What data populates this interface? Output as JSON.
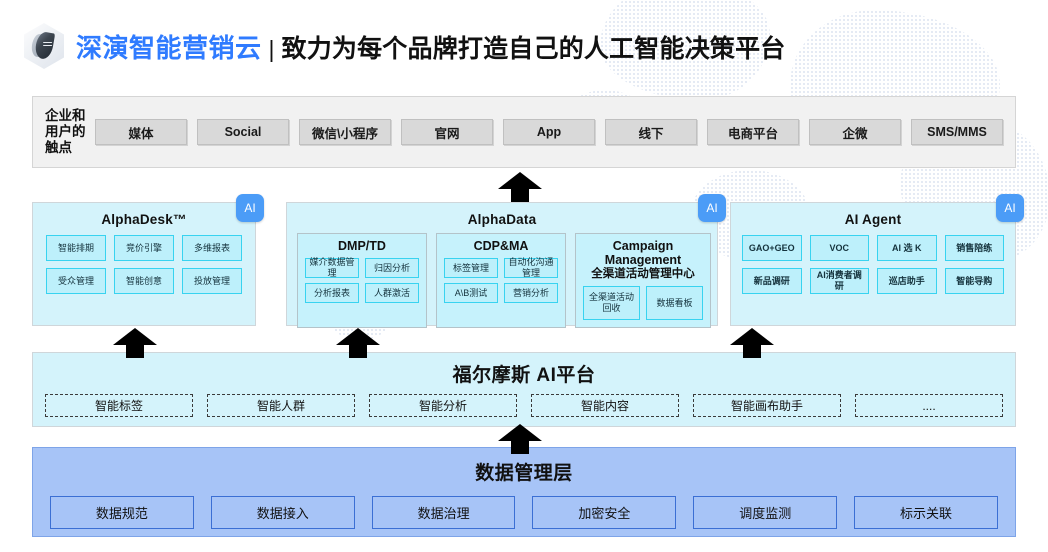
{
  "header": {
    "logo_icon": "hexagon-leaf-logo-icon",
    "brand": "深演智能营销云",
    "separator": "|",
    "tagline": "致力为每个品牌打造自己的人工智能决策平台",
    "brand_color": "#2f7bff"
  },
  "touchpoints": {
    "label": "企业和用户的触点",
    "items": [
      "媒体",
      "Social",
      "微信\\小程序",
      "官网",
      "App",
      "线下",
      "电商平台",
      "企微",
      "SMS/MMS"
    ]
  },
  "products": {
    "ai_badge": "AI",
    "alphadesk": {
      "title": "AlphaDesk™",
      "items": [
        "智能排期",
        "竞价引擎",
        "多维报表",
        "受众管理",
        "智能创意",
        "投放管理"
      ]
    },
    "alphadata": {
      "title": "AlphaData",
      "groups": [
        {
          "title_en": "DMP/TD",
          "title_zh": "",
          "items": [
            "媒介数据管理",
            "归因分析",
            "分析报表",
            "人群激活"
          ]
        },
        {
          "title_en": "CDP&MA",
          "title_zh": "",
          "items": [
            "标签管理",
            "自动化沟通管理",
            "A\\B测试",
            "营销分析"
          ]
        },
        {
          "title_en": "Campaign Management",
          "title_zh": "全渠道活动管理中心",
          "items": [
            "全渠道活动回收",
            "数据看板"
          ]
        }
      ]
    },
    "aiagent": {
      "title": "AI Agent",
      "items": [
        "GAO+GEO",
        "VOC",
        "AI 选 K",
        "销售陪练",
        "新品调研",
        "AI消费者调研",
        "巡店助手",
        "智能导购"
      ]
    }
  },
  "platform": {
    "title": "福尔摩斯 AI平台",
    "items": [
      "智能标签",
      "智能人群",
      "智能分析",
      "智能内容",
      "智能画布助手",
      "...."
    ]
  },
  "data_layer": {
    "title": "数据管理层",
    "items": [
      "数据规范",
      "数据接入",
      "数据治理",
      "加密安全",
      "调度监测",
      "标示关联"
    ]
  },
  "colors": {
    "brand_blue": "#2f7bff",
    "panel_cyan": "#d4f3fb",
    "cell_cyan": "#bdf0fb",
    "cell_border": "#38d3f0",
    "data_blue": "#a7c4f7",
    "data_border": "#3b6fd4",
    "touch_gray": "#d9d9d9",
    "badge_blue": "#4b9cf7"
  }
}
